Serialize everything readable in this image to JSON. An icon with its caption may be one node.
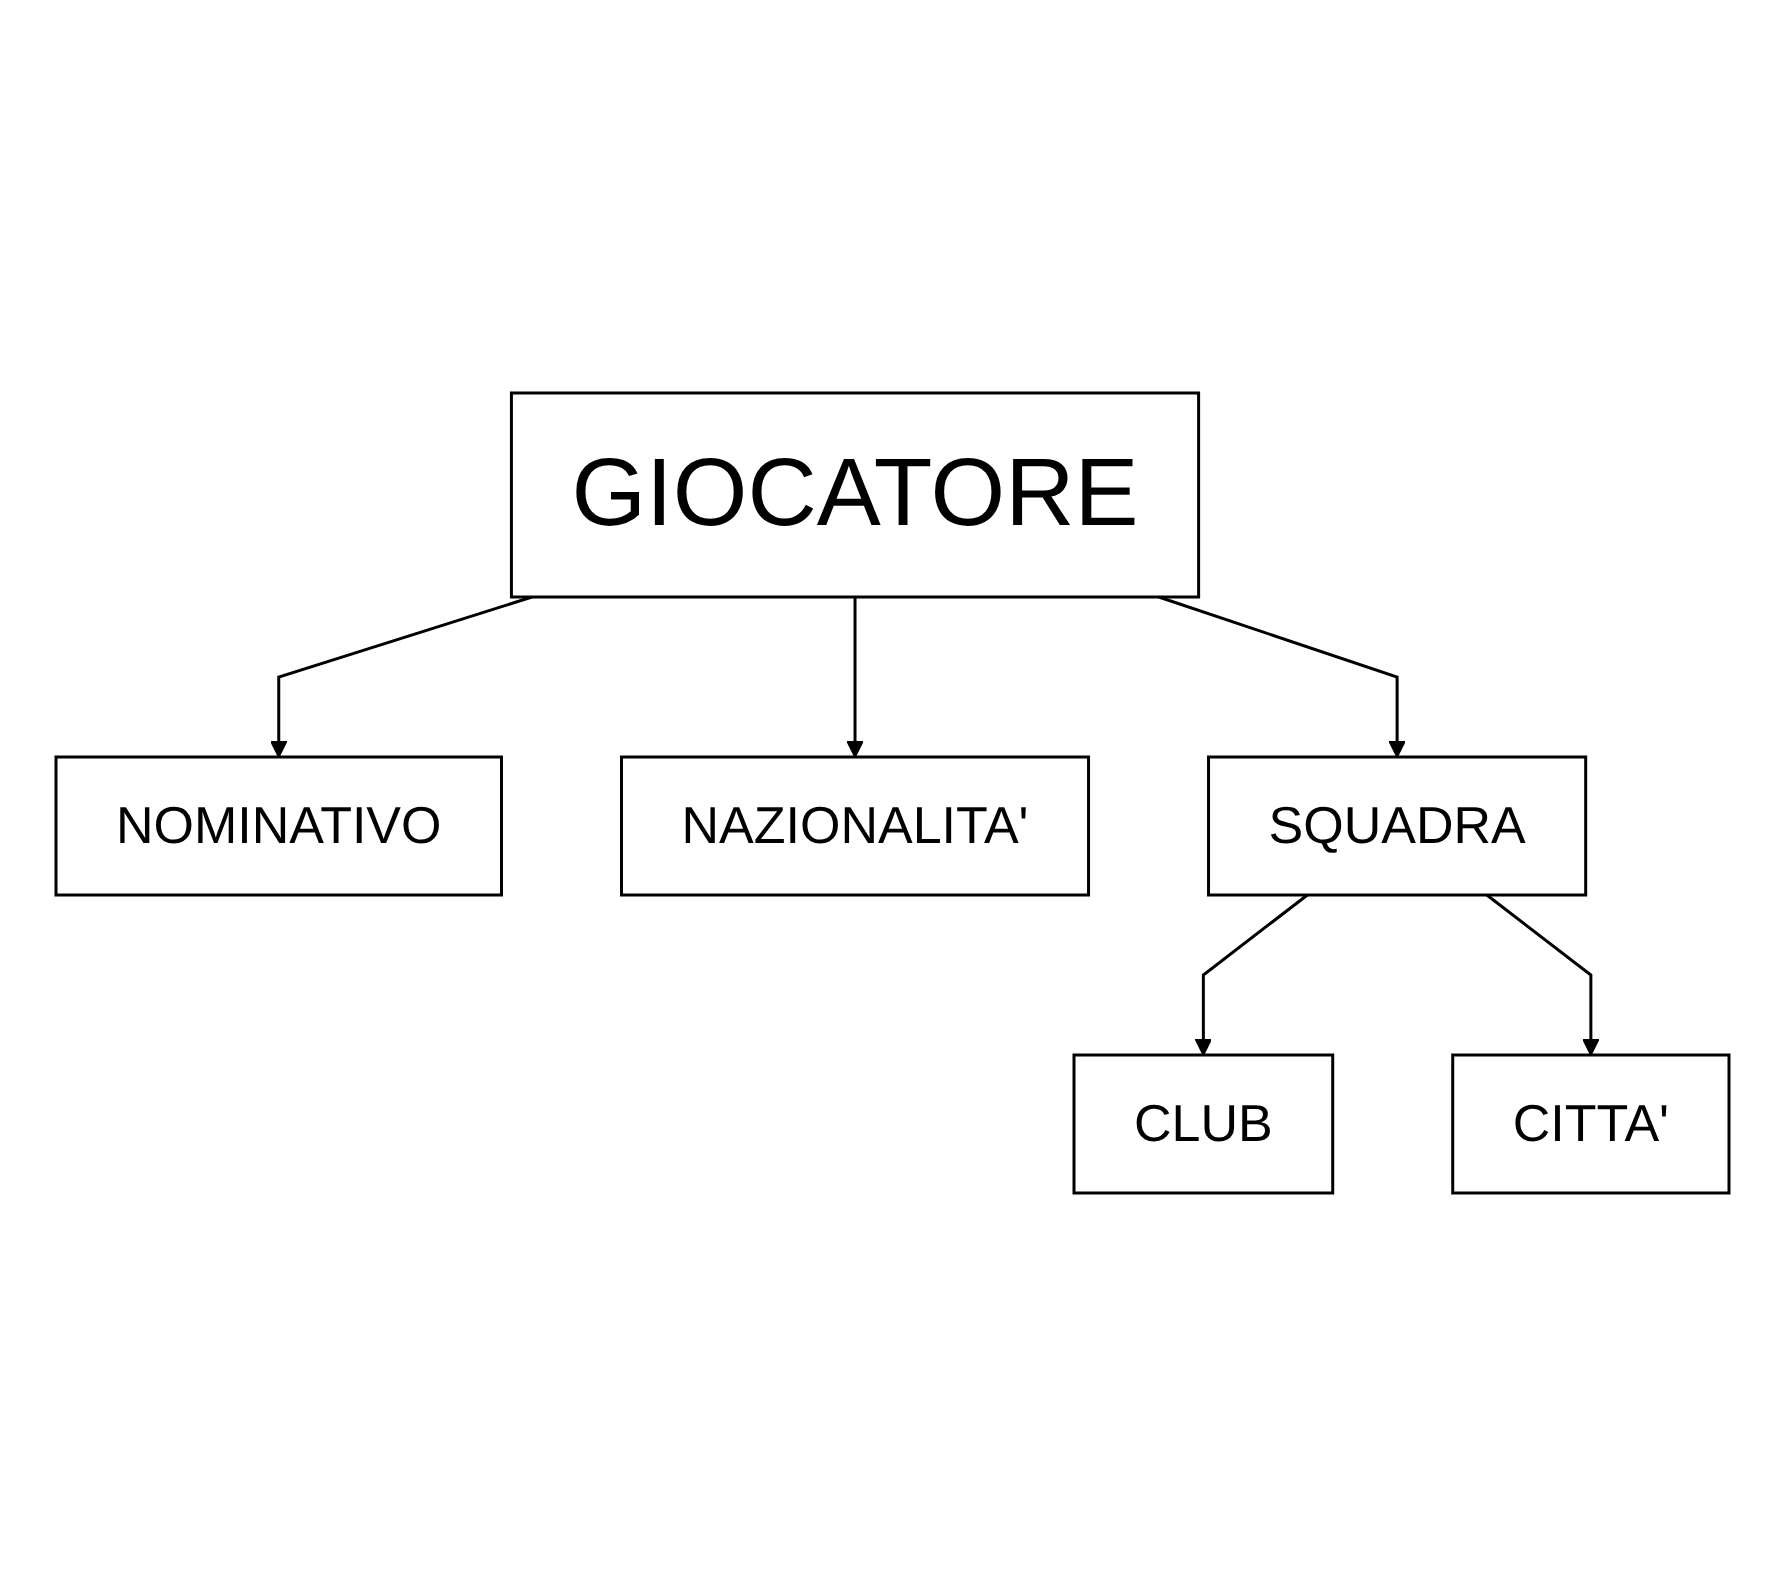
{
  "diagram": {
    "nodes": [
      {
        "text": [
          "GIOCATORE"
        ]
      },
      {
        "text": [
          "NOMINATIVO"
        ]
      },
      {
        "text": [
          "NAZIONALITA'"
        ]
      },
      {
        "text": [
          "SQUADRA"
        ]
      },
      {
        "text": [
          "CLUB"
        ]
      },
      {
        "text": [
          "CITTA'"
        ]
      }
    ],
    "edges": [
      {
        "from": 0,
        "to": 1,
        "arrow": "to"
      },
      {
        "from": 0,
        "to": 3,
        "arrow": "to"
      },
      {
        "from": 0,
        "to": 2,
        "arrow": "to"
      },
      {
        "from": 3,
        "to": 4,
        "arrow": "to"
      },
      {
        "from": 3,
        "to": 5,
        "arrow": "to"
      }
    ]
  }
}
